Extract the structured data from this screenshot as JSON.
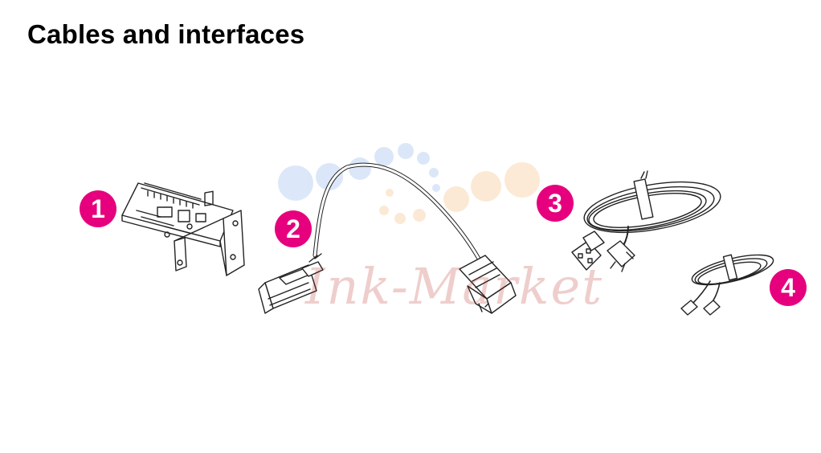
{
  "page": {
    "title": "Cables and interfaces"
  },
  "callouts": [
    {
      "label": "1"
    },
    {
      "label": "2"
    },
    {
      "label": "3"
    },
    {
      "label": "4"
    }
  ],
  "watermark": {
    "text": "Ink-Market"
  },
  "colors": {
    "callout": "#e6007e",
    "line": "#222222",
    "watermark": "#b3261e",
    "watermark_dots_blue": "#9bbcf0",
    "watermark_dots_orange": "#f6c38a"
  },
  "icons": [
    "eio-card-icon",
    "parallel-cable-icon",
    "power-cord-icon",
    "phone-cord-icon"
  ]
}
